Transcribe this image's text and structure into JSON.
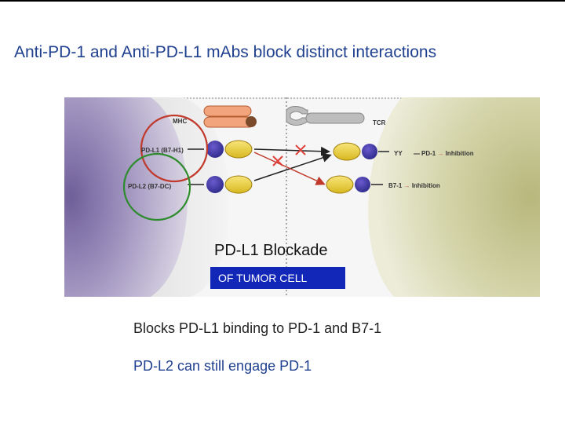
{
  "title": "Anti-PD-1 and Anti-PD-L1 mAbs block distinct interactions",
  "diagram": {
    "labels": {
      "mhc": "MHC",
      "pdl1": "PD-L1 (B7-H1)",
      "pdl2": "PD-L2 (B7-DC)",
      "tcr": "TCR",
      "yy": "YY",
      "pd1": "PD-1",
      "b71": "B7-1",
      "inhibition_1": "Inhibition",
      "inhibition_2": "Inhibition"
    },
    "caption": "PD-L1 Blockade",
    "tumor_label": "OF TUMOR CELL"
  },
  "notes": {
    "line1": "Blocks PD-L1 binding to PD-1 and  B7-1",
    "line2": "PD-L2 can still engage PD-1"
  },
  "colors": {
    "title": "#1f3f8f",
    "tumor_box": "#1226b8",
    "red_circle": "#c0392b",
    "green_circle": "#2e8b2e",
    "left_cell": "#8877aa",
    "right_cell": "#c8c89a",
    "block_x": "#e0403a"
  }
}
